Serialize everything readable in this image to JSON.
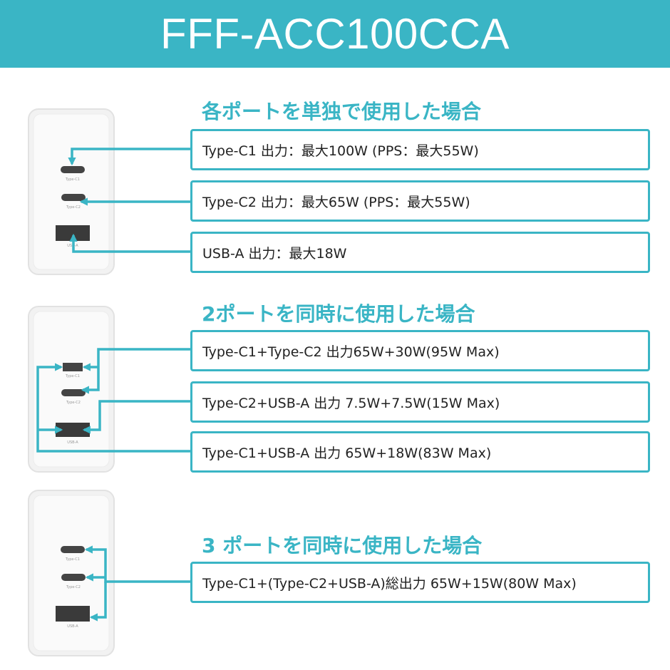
{
  "title": "FFF-ACC100CCA",
  "accent_color": "#3ab5c5",
  "sections": [
    {
      "heading": "各ポートを単独で使用した場合",
      "rows": [
        "Type-C1 出力：最大100W (PPS：最大55W)",
        "Type-C2 出力：最大65W (PPS：最大55W)",
        "USB-A 出力：最大18W"
      ]
    },
    {
      "heading": "2ポートを同時に使用した場合",
      "rows": [
        "Type-C1+Type-C2 出力65W+30W(95W Max)",
        "Type-C2+USB-A 出力 7.5W+7.5W(15W Max)",
        "Type-C1+USB-A 出力 65W+18W(83W Max)"
      ]
    },
    {
      "heading": "3 ポートを同時に使用した場合",
      "rows": [
        "Type-C1+(Type-C2+USB-A)総出力 65W+15W(80W Max)"
      ]
    }
  ],
  "port_labels": [
    "Type-C1",
    "Type-C2",
    "USB-A"
  ]
}
